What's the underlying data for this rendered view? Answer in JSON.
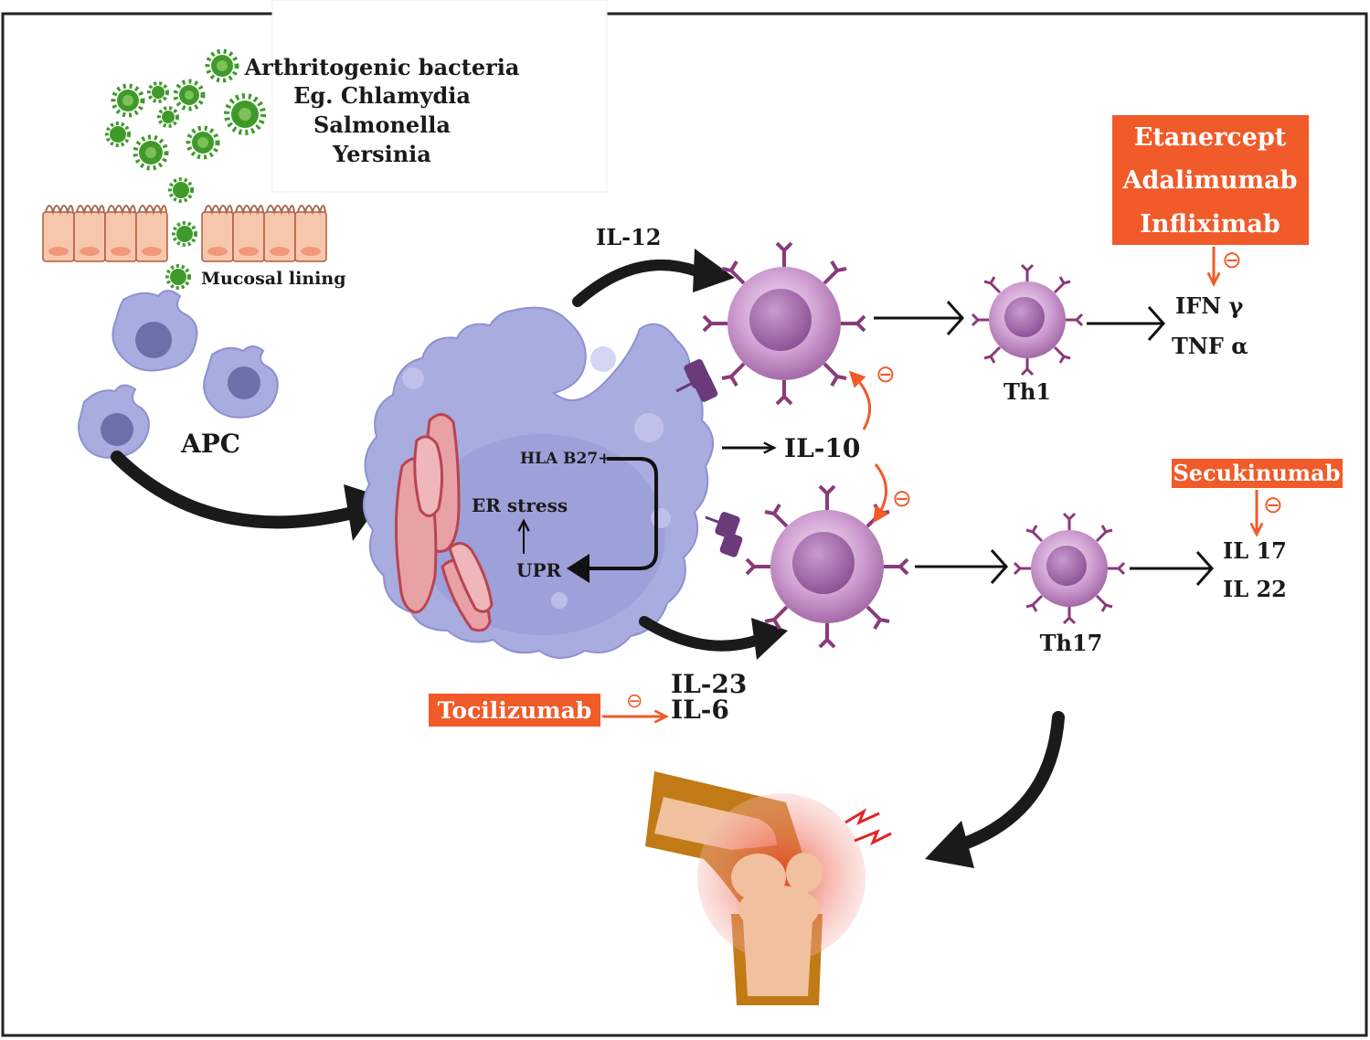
{
  "bacteria": {
    "line1": "Arthritogenic bacteria",
    "line2": "Eg. Chlamydia",
    "line3": "Salmonella",
    "line4": "Yersinia"
  },
  "mucosal_label": "Mucosal lining",
  "apc_label": "APC",
  "er": {
    "hla": "HLA B27+",
    "stress": "ER stress",
    "upr": "UPR"
  },
  "cytokines": {
    "il12": "IL-12",
    "il10": "IL-10",
    "il23": "IL-23",
    "il6": "IL-6",
    "ifn": "IFN γ",
    "tnf": "TNF α",
    "il17": "IL 17",
    "il22": "IL 22"
  },
  "cells": {
    "th1": "Th1",
    "th17": "Th17"
  },
  "drugs": {
    "tnf_line1": "Etanercept",
    "tnf_line2": "Adalimumab",
    "tnf_line3": "Infliximab",
    "il17": "Secukinumab",
    "il6": "Tocilizumab"
  },
  "inhibit_symbol": "⊖",
  "colors": {
    "drug_box": "#f15a29",
    "apc_cell": "#a9acdf",
    "t_cell": "#c48fc7",
    "bacteria": "#3f9a2a",
    "mucosa": "#f7c7ad",
    "er": "#d66a74"
  }
}
